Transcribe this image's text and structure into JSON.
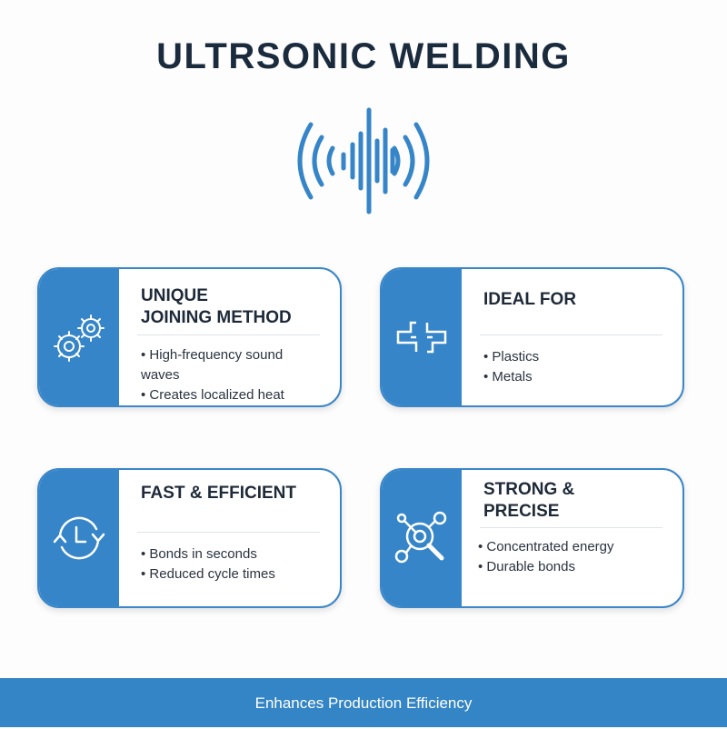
{
  "header": {
    "title": "ULTRSONIC WELDING",
    "icon": "sound-wave-icon"
  },
  "colors": {
    "accent": "#3585c8",
    "title": "#1b2b3e",
    "footer": "#3485c6"
  },
  "cards": [
    {
      "title_line1": "UNIQUE",
      "title_line2": "JOINING METHOD",
      "icon": "gears-icon",
      "bullets": [
        "High-frequency sound waves",
        "Creates localized heat"
      ]
    },
    {
      "title_line1": "IDEAL FOR",
      "icon": "joining-parts-icon",
      "bullets": [
        "Plastics",
        "Metals"
      ]
    },
    {
      "title_line1": "FAST & EFFICIENT",
      "icon": "cycle-clock-icon",
      "bullets": [
        "Bonds in seconds",
        "Reduced cycle times"
      ]
    },
    {
      "title_line1": "STRONG &",
      "title_line2": "PRECISE",
      "icon": "precision-target-icon",
      "bullets": [
        "Concentrated energy",
        "Durable bonds"
      ]
    }
  ],
  "footer": {
    "text": "Enhances Production Efficiency"
  }
}
